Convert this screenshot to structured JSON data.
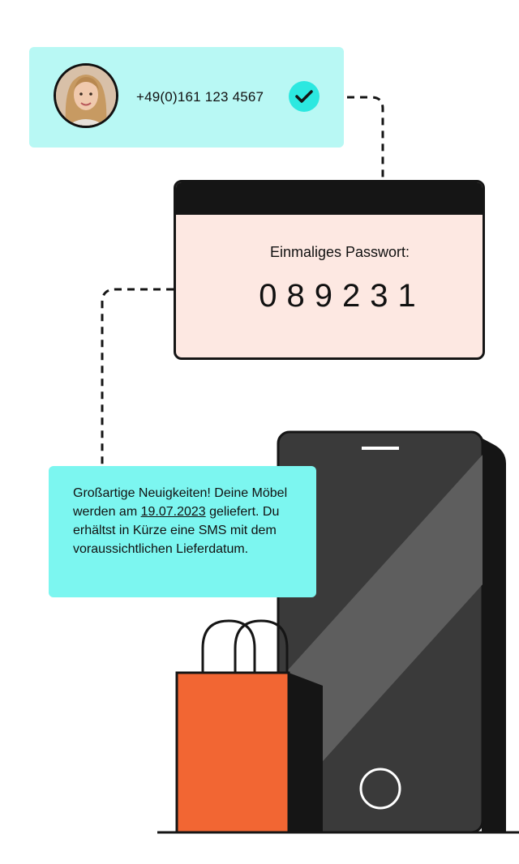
{
  "contact": {
    "phone_number": "+49(0)161 123 4567",
    "avatar_icon": "woman-portrait-icon",
    "verified_icon": "checkmark-icon"
  },
  "otp": {
    "label": "Einmaliges Passwort:",
    "code": "089231"
  },
  "notification": {
    "text_before_date": "Großartige Neuigkeiten! Deine Möbel werden am ",
    "delivery_date": "19.07.2023",
    "text_after_date": " geliefert. Du erhältst in Kürze eine SMS mit dem voraussichtlichen Lieferdatum."
  },
  "colors": {
    "contact_card": "#b8f8f4",
    "check_badge": "#2ce8e0",
    "otp_card": "#fde8e2",
    "message_card": "#7cf6f0",
    "bag": "#f26633",
    "phone_body": "#3a3a3a",
    "outline": "#151515"
  }
}
